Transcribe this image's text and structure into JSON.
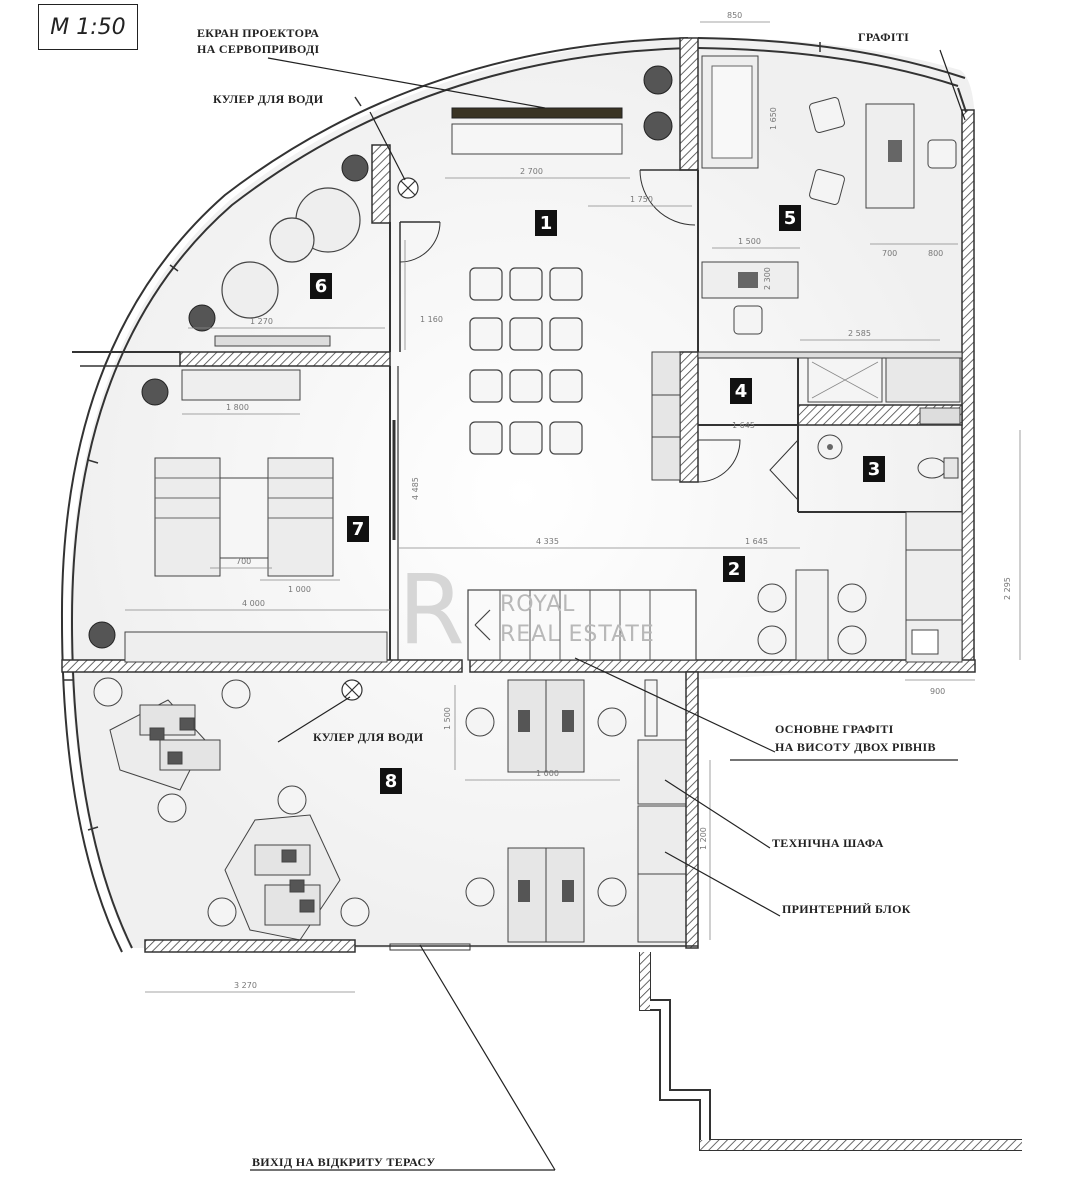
{
  "scale": "М 1:50",
  "labels": {
    "projector_line1": "ЕКРАН ПРОЕКТОРА",
    "projector_line2": "НА СЕРВОПРИВОДІ",
    "graffiti": "ГРАФІТІ",
    "cooler_top": "КУЛЕР ДЛЯ ВОДИ",
    "cooler_bottom": "КУЛЕР ДЛЯ ВОДИ",
    "main_graffiti_line1": "ОСНОВНЕ ГРАФІТІ",
    "main_graffiti_line2": "НА ВИСОТУ ДВОХ РІВНІВ",
    "tech_cabinet": "ТЕХНІЧНА ШАФА",
    "printer_block": "ПРИНТЕРНИЙ БЛОК",
    "terrace_exit": "ВИХІД НА ВІДКРИТУ ТЕРАСУ"
  },
  "rooms": [
    "1",
    "2",
    "3",
    "4",
    "5",
    "6",
    "7",
    "8"
  ],
  "watermark": {
    "line1": "ROYAL",
    "line2": "REAL ESTATE"
  },
  "dimensions": {
    "d850": "850",
    "d2700": "2 700",
    "d1750": "1 750",
    "d1500": "1 500",
    "d700a": "700",
    "d800": "800",
    "d1650": "1 650",
    "d2585": "2 585",
    "d1645": "1 645",
    "d1270": "1 270",
    "d1160": "1 160",
    "d1800": "1 800",
    "d1200": "1 200",
    "d700b": "700",
    "d4335": "4 335",
    "d4000": "4 000",
    "d1000": "1 000",
    "d900": "900",
    "d2295": "2 295",
    "d3270": "3 270",
    "d1500b": "1 500",
    "d4485": "4 485",
    "d2300": "2 300"
  }
}
